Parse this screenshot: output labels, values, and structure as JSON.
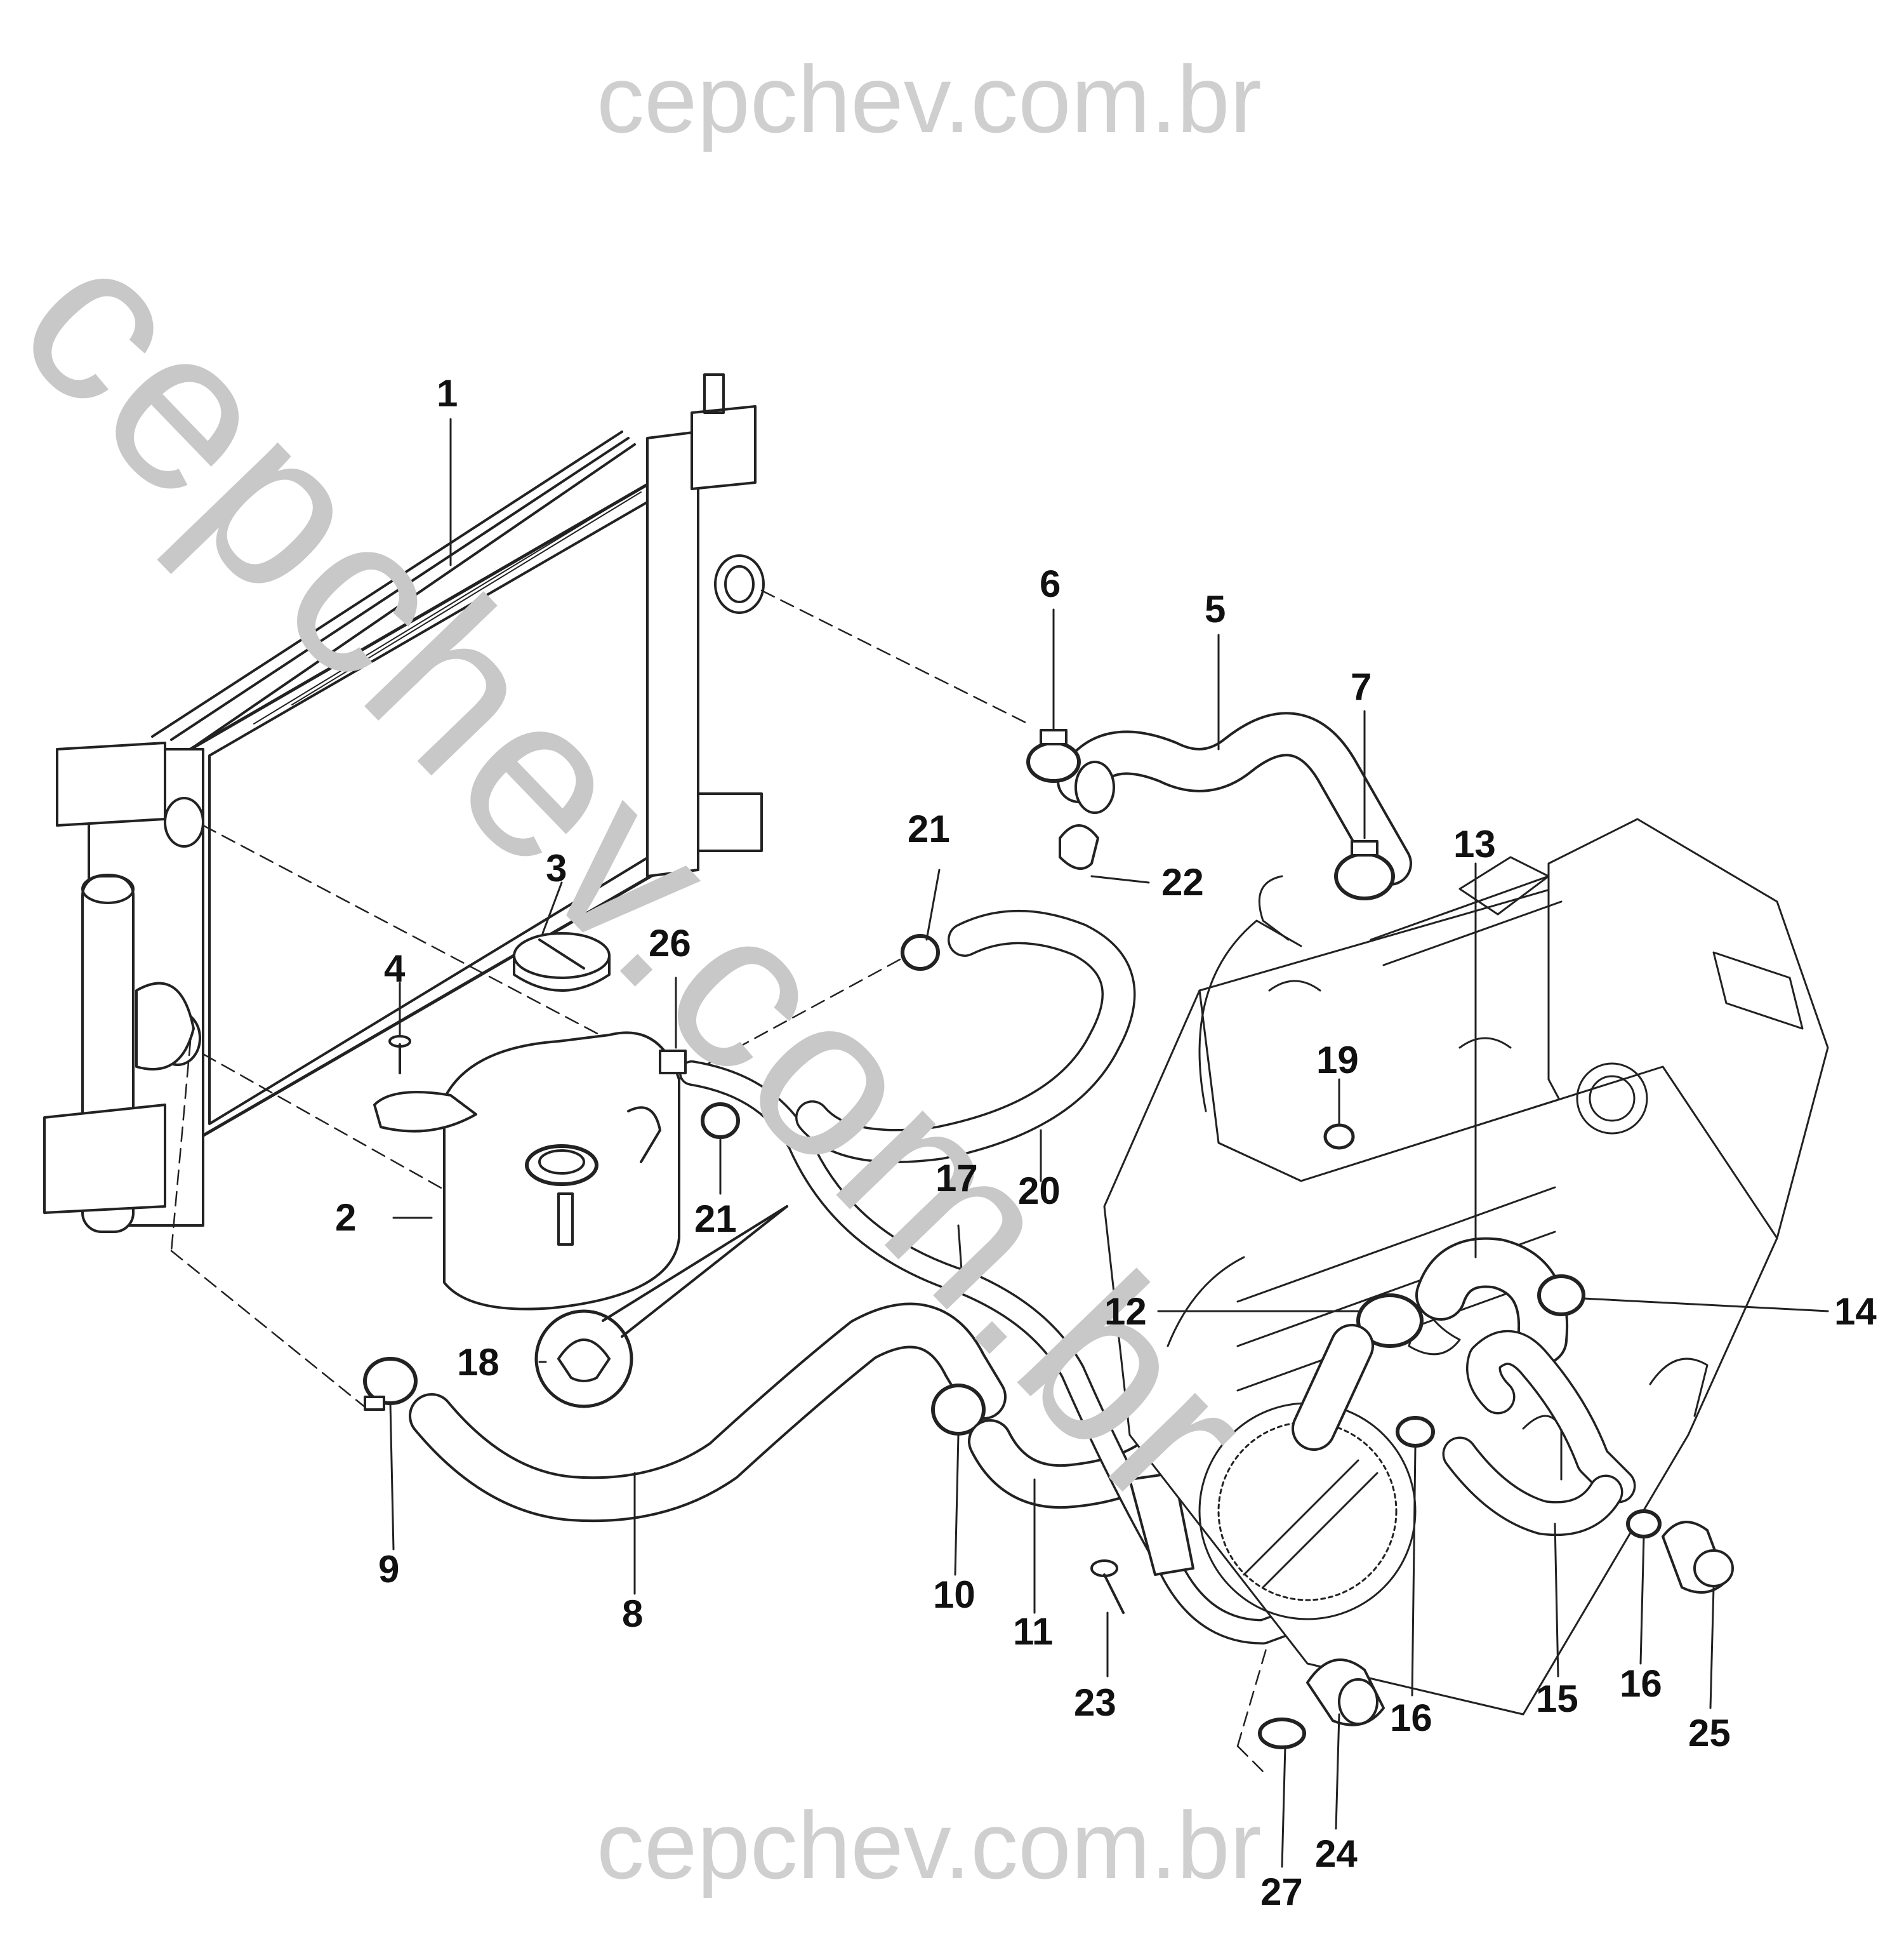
{
  "watermark": {
    "top": "cepchev.com.br",
    "bottom": "cepchev.com.br",
    "diagonal": "cepchev.com.br"
  },
  "callouts": [
    {
      "id": "c1",
      "label": "1"
    },
    {
      "id": "c2",
      "label": "2"
    },
    {
      "id": "c3",
      "label": "3"
    },
    {
      "id": "c4",
      "label": "4"
    },
    {
      "id": "c5",
      "label": "5"
    },
    {
      "id": "c6",
      "label": "6"
    },
    {
      "id": "c7",
      "label": "7"
    },
    {
      "id": "c8",
      "label": "8"
    },
    {
      "id": "c9",
      "label": "9"
    },
    {
      "id": "c10",
      "label": "10"
    },
    {
      "id": "c11",
      "label": "11"
    },
    {
      "id": "c12",
      "label": "12"
    },
    {
      "id": "c13",
      "label": "13"
    },
    {
      "id": "c14",
      "label": "14"
    },
    {
      "id": "c15",
      "label": "15"
    },
    {
      "id": "c16a",
      "label": "16"
    },
    {
      "id": "c16b",
      "label": "16"
    },
    {
      "id": "c17",
      "label": "17"
    },
    {
      "id": "c18",
      "label": "18"
    },
    {
      "id": "c19",
      "label": "19"
    },
    {
      "id": "c20",
      "label": "20"
    },
    {
      "id": "c21a",
      "label": "21"
    },
    {
      "id": "c21b",
      "label": "21"
    },
    {
      "id": "c22",
      "label": "22"
    },
    {
      "id": "c23",
      "label": "23"
    },
    {
      "id": "c24",
      "label": "24"
    },
    {
      "id": "c25",
      "label": "25"
    },
    {
      "id": "c26",
      "label": "26"
    },
    {
      "id": "c27",
      "label": "27"
    }
  ]
}
